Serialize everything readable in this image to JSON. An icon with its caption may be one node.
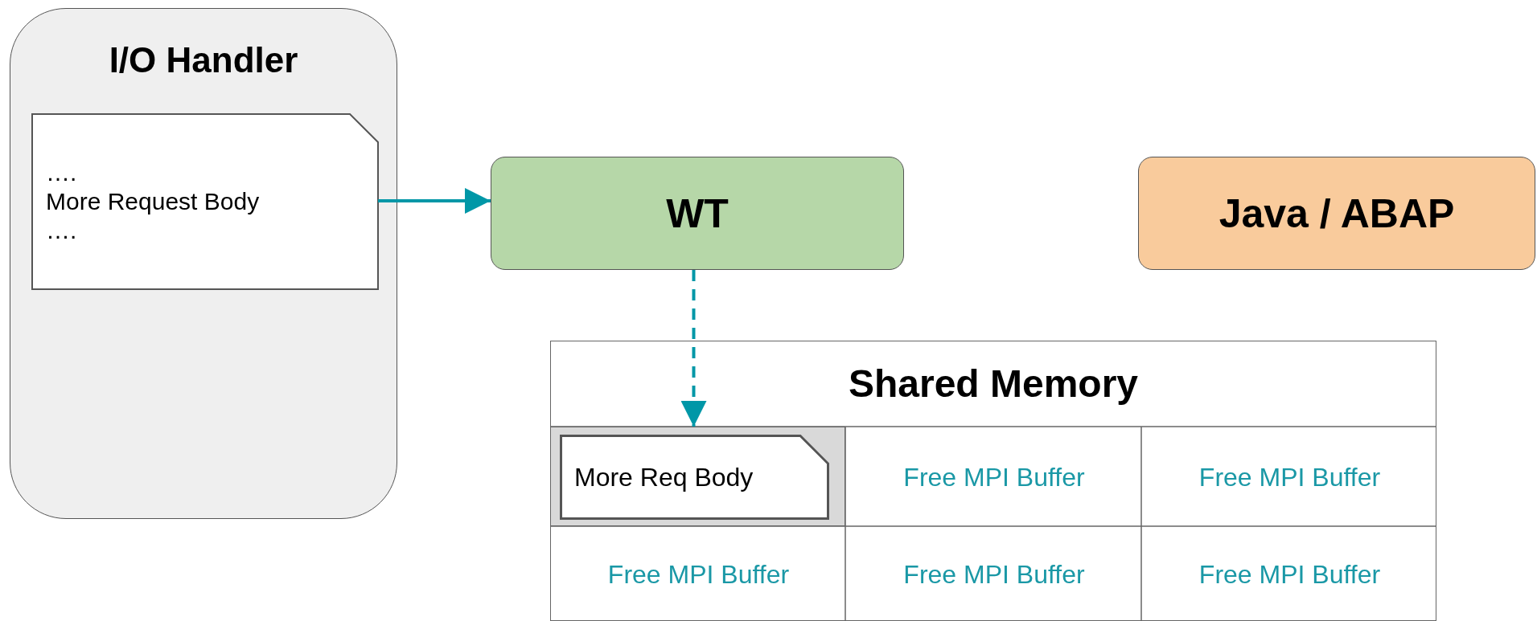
{
  "diagram": {
    "nodes": [
      {
        "text": [
          "I/O Handler"
        ]
      },
      {
        "text": [
          "….",
          "More Request Body",
          "…."
        ],
        "in": 0
      },
      {
        "text": [
          "WT"
        ]
      },
      {
        "text": [
          "Java / ABAP"
        ]
      },
      {
        "text": [
          "Shared Memory"
        ]
      },
      {
        "text": [
          "More Req Body"
        ],
        "in": 4
      },
      {
        "text": [
          "Free MPI Buffer"
        ],
        "in": 4
      },
      {
        "text": [
          "Free MPI Buffer"
        ],
        "in": 4
      },
      {
        "text": [
          "Free MPI Buffer"
        ],
        "in": 4
      },
      {
        "text": [
          "Free MPI Buffer"
        ],
        "in": 4
      },
      {
        "text": [
          "Free MPI Buffer"
        ],
        "in": 4
      }
    ],
    "edges": [
      {
        "from": 1,
        "to": 2,
        "arrow": "to",
        "color": "#0097a7"
      },
      {
        "from": 2,
        "to": 5,
        "arrow": "to",
        "style": "dashed",
        "color": "#0097a7"
      }
    ]
  }
}
